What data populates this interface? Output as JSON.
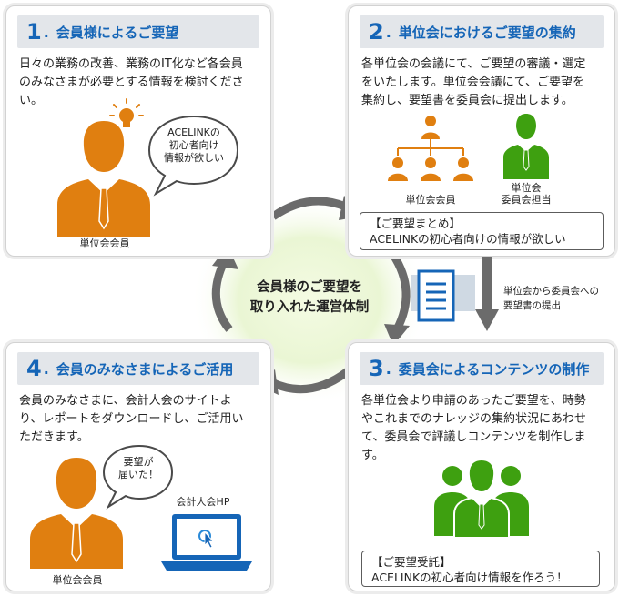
{
  "panels": [
    {
      "num": "1",
      "title": "会員様によるご要望",
      "desc": [
        "日々の業務の改善、業務のIT化など各会員",
        "のみなさまが必要とする情報を検討くださ",
        "い。"
      ],
      "person_label": "単位会会員",
      "bubble": [
        "ACELINKの",
        "初心者向け",
        "情報が欲しい"
      ]
    },
    {
      "num": "2",
      "title": "単位会におけるご要望の集約",
      "desc": [
        "各単位会の会議にて、ご要望の審議・選定",
        "をいたします。単位会会議にて、ご要望を",
        "集約し、要望書を委員会に提出します。"
      ],
      "group_label": "単位会会員",
      "committee_label": [
        "単位会",
        "委員会担当"
      ],
      "callout": [
        "【ご要望まとめ】",
        "ACELINKの初心者向けの情報が欲しい"
      ]
    },
    {
      "num": "3",
      "title": "委員会によるコンテンツの制作",
      "desc": [
        "各単位会より申請のあったご要望を、時勢",
        "やこれまでのナレッジの集約状況にあわせ",
        "て、委員会で評議しコンテンツを制作しま",
        "す。"
      ],
      "callout": [
        "【ご要望受託】",
        "ACELINKの初心者向け情報を作ろう！"
      ]
    },
    {
      "num": "4",
      "title": "会員のみなさまによるご活用",
      "desc": [
        "会員のみなさまに、会計人会のサイトよ",
        "り、レポートをダウンロードし、ご活用い",
        "ただきます。"
      ],
      "person_label": "単位会会員",
      "bubble": [
        "要望が",
        "届いた！"
      ],
      "laptop_label": "会計人会HP"
    }
  ],
  "center": [
    "会員様のご要望を",
    "取り入れた運営体制"
  ],
  "side_note": [
    "単位会から委員会への",
    "要望書の提出"
  ],
  "colors": {
    "accent": "#1565b7",
    "orange": "#e07f10",
    "green": "#3ea010",
    "arrow": "#6b6b6b",
    "header_bg": "#e3e6ea"
  }
}
